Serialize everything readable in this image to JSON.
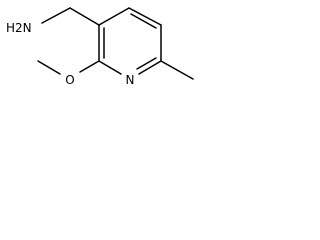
{
  "molecule": {
    "labels": {
      "amine": "H2N",
      "ring_nitrogen": "N",
      "methoxy_oxygen": "O"
    }
  },
  "colors": {
    "bond": "#000000",
    "label": "#000000",
    "background": "#ffffff"
  }
}
